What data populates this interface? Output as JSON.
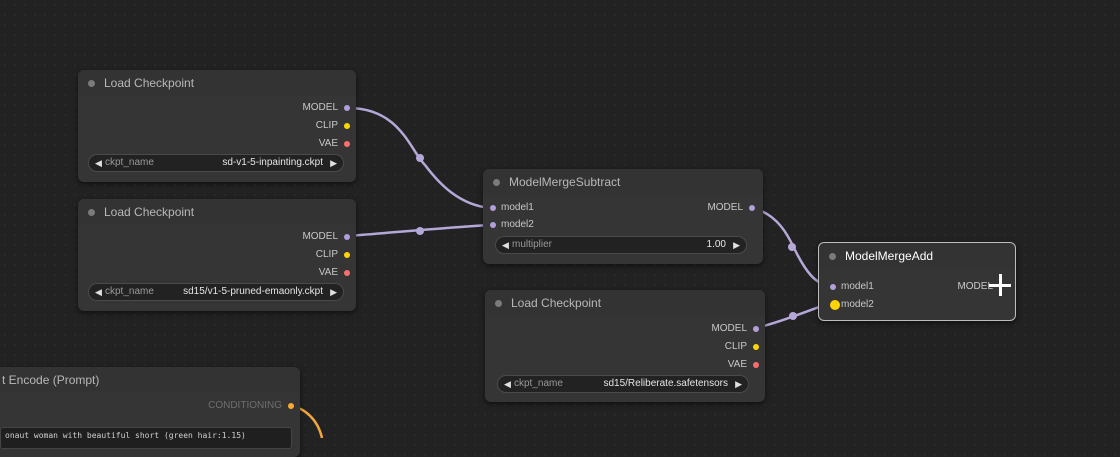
{
  "nodes": {
    "load1": {
      "title": "Load Checkpoint",
      "outputs": [
        "MODEL",
        "CLIP",
        "VAE"
      ],
      "widget": {
        "label": "ckpt_name",
        "value": "sd-v1-5-inpainting.ckpt"
      }
    },
    "load2": {
      "title": "Load Checkpoint",
      "outputs": [
        "MODEL",
        "CLIP",
        "VAE"
      ],
      "widget": {
        "label": "ckpt_name",
        "value": "sd15/v1-5-pruned-emaonly.ckpt"
      }
    },
    "subtract": {
      "title": "ModelMergeSubtract",
      "inputs": [
        "model1",
        "model2"
      ],
      "outputs": [
        "MODEL"
      ],
      "widget": {
        "label": "multiplier",
        "value": "1.00"
      }
    },
    "load3": {
      "title": "Load Checkpoint",
      "outputs": [
        "MODEL",
        "CLIP",
        "VAE"
      ],
      "widget": {
        "label": "ckpt_name",
        "value": "sd15/Reliberate.safetensors"
      }
    },
    "add": {
      "title": "ModelMergeAdd",
      "inputs": [
        "model1",
        "model2"
      ],
      "outputs": [
        "MODEL"
      ]
    },
    "clipenc": {
      "title": "t Encode (Prompt)",
      "outputs": [
        "CONDITIONING"
      ],
      "text": "onaut woman with beautiful short (green hair:1.15)"
    }
  },
  "colors": {
    "canvas": "#222222",
    "node_bg": "#353535",
    "model": "#b39ddb",
    "clip": "#ffd500",
    "vae": "#ff6e6e",
    "conditioning": "#ffa931",
    "wire_model": "#b5a8d8",
    "wire_cond": "#f0a63a"
  },
  "icons": {
    "left_arrow": "◀",
    "right_arrow": "▶",
    "cursor": "crosshair-move-icon"
  }
}
